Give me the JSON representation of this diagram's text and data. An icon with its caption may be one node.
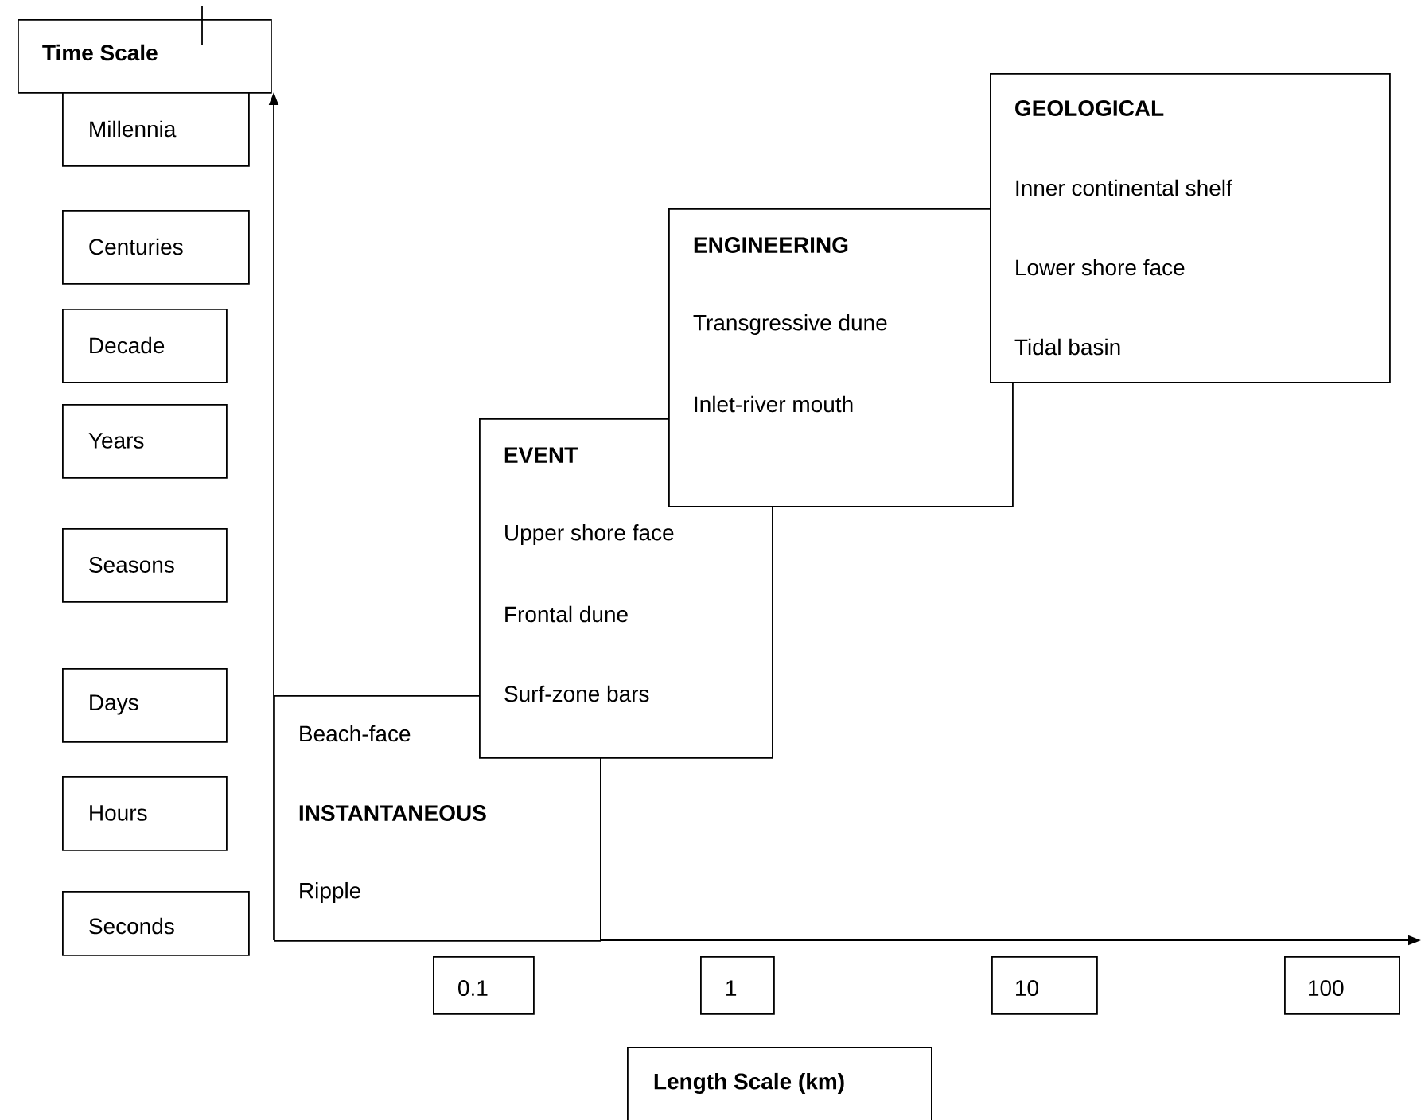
{
  "diagram": {
    "nodes": [
      {
        "text": [
          "Time Scale"
        ]
      },
      {
        "text": [
          "Millennia"
        ]
      },
      {
        "text": [
          "Centuries"
        ]
      },
      {
        "text": [
          "Decade"
        ]
      },
      {
        "text": [
          "Years"
        ]
      },
      {
        "text": [
          "Seasons"
        ]
      },
      {
        "text": [
          "Days"
        ]
      },
      {
        "text": [
          "Hours"
        ]
      },
      {
        "text": [
          "Seconds"
        ]
      },
      {
        "text": [
          "Beach-face",
          "INSTANTANEOUS",
          "Ripple"
        ]
      },
      {
        "text": [
          "EVENT",
          "Upper shore face",
          "Frontal dune",
          "Surf-zone bars"
        ]
      },
      {
        "text": [
          "ENGINEERING",
          "Transgressive dune",
          "Inlet-river mouth"
        ]
      },
      {
        "text": [
          "GEOLOGICAL",
          "Inner continental shelf",
          "Lower shore face",
          "Tidal basin"
        ]
      },
      {
        "text": [
          "0.1"
        ]
      },
      {
        "text": [
          "1"
        ]
      },
      {
        "text": [
          "10"
        ]
      },
      {
        "text": [
          "100"
        ]
      },
      {
        "text": [
          "Length Scale (km)"
        ]
      }
    ],
    "edges": []
  }
}
